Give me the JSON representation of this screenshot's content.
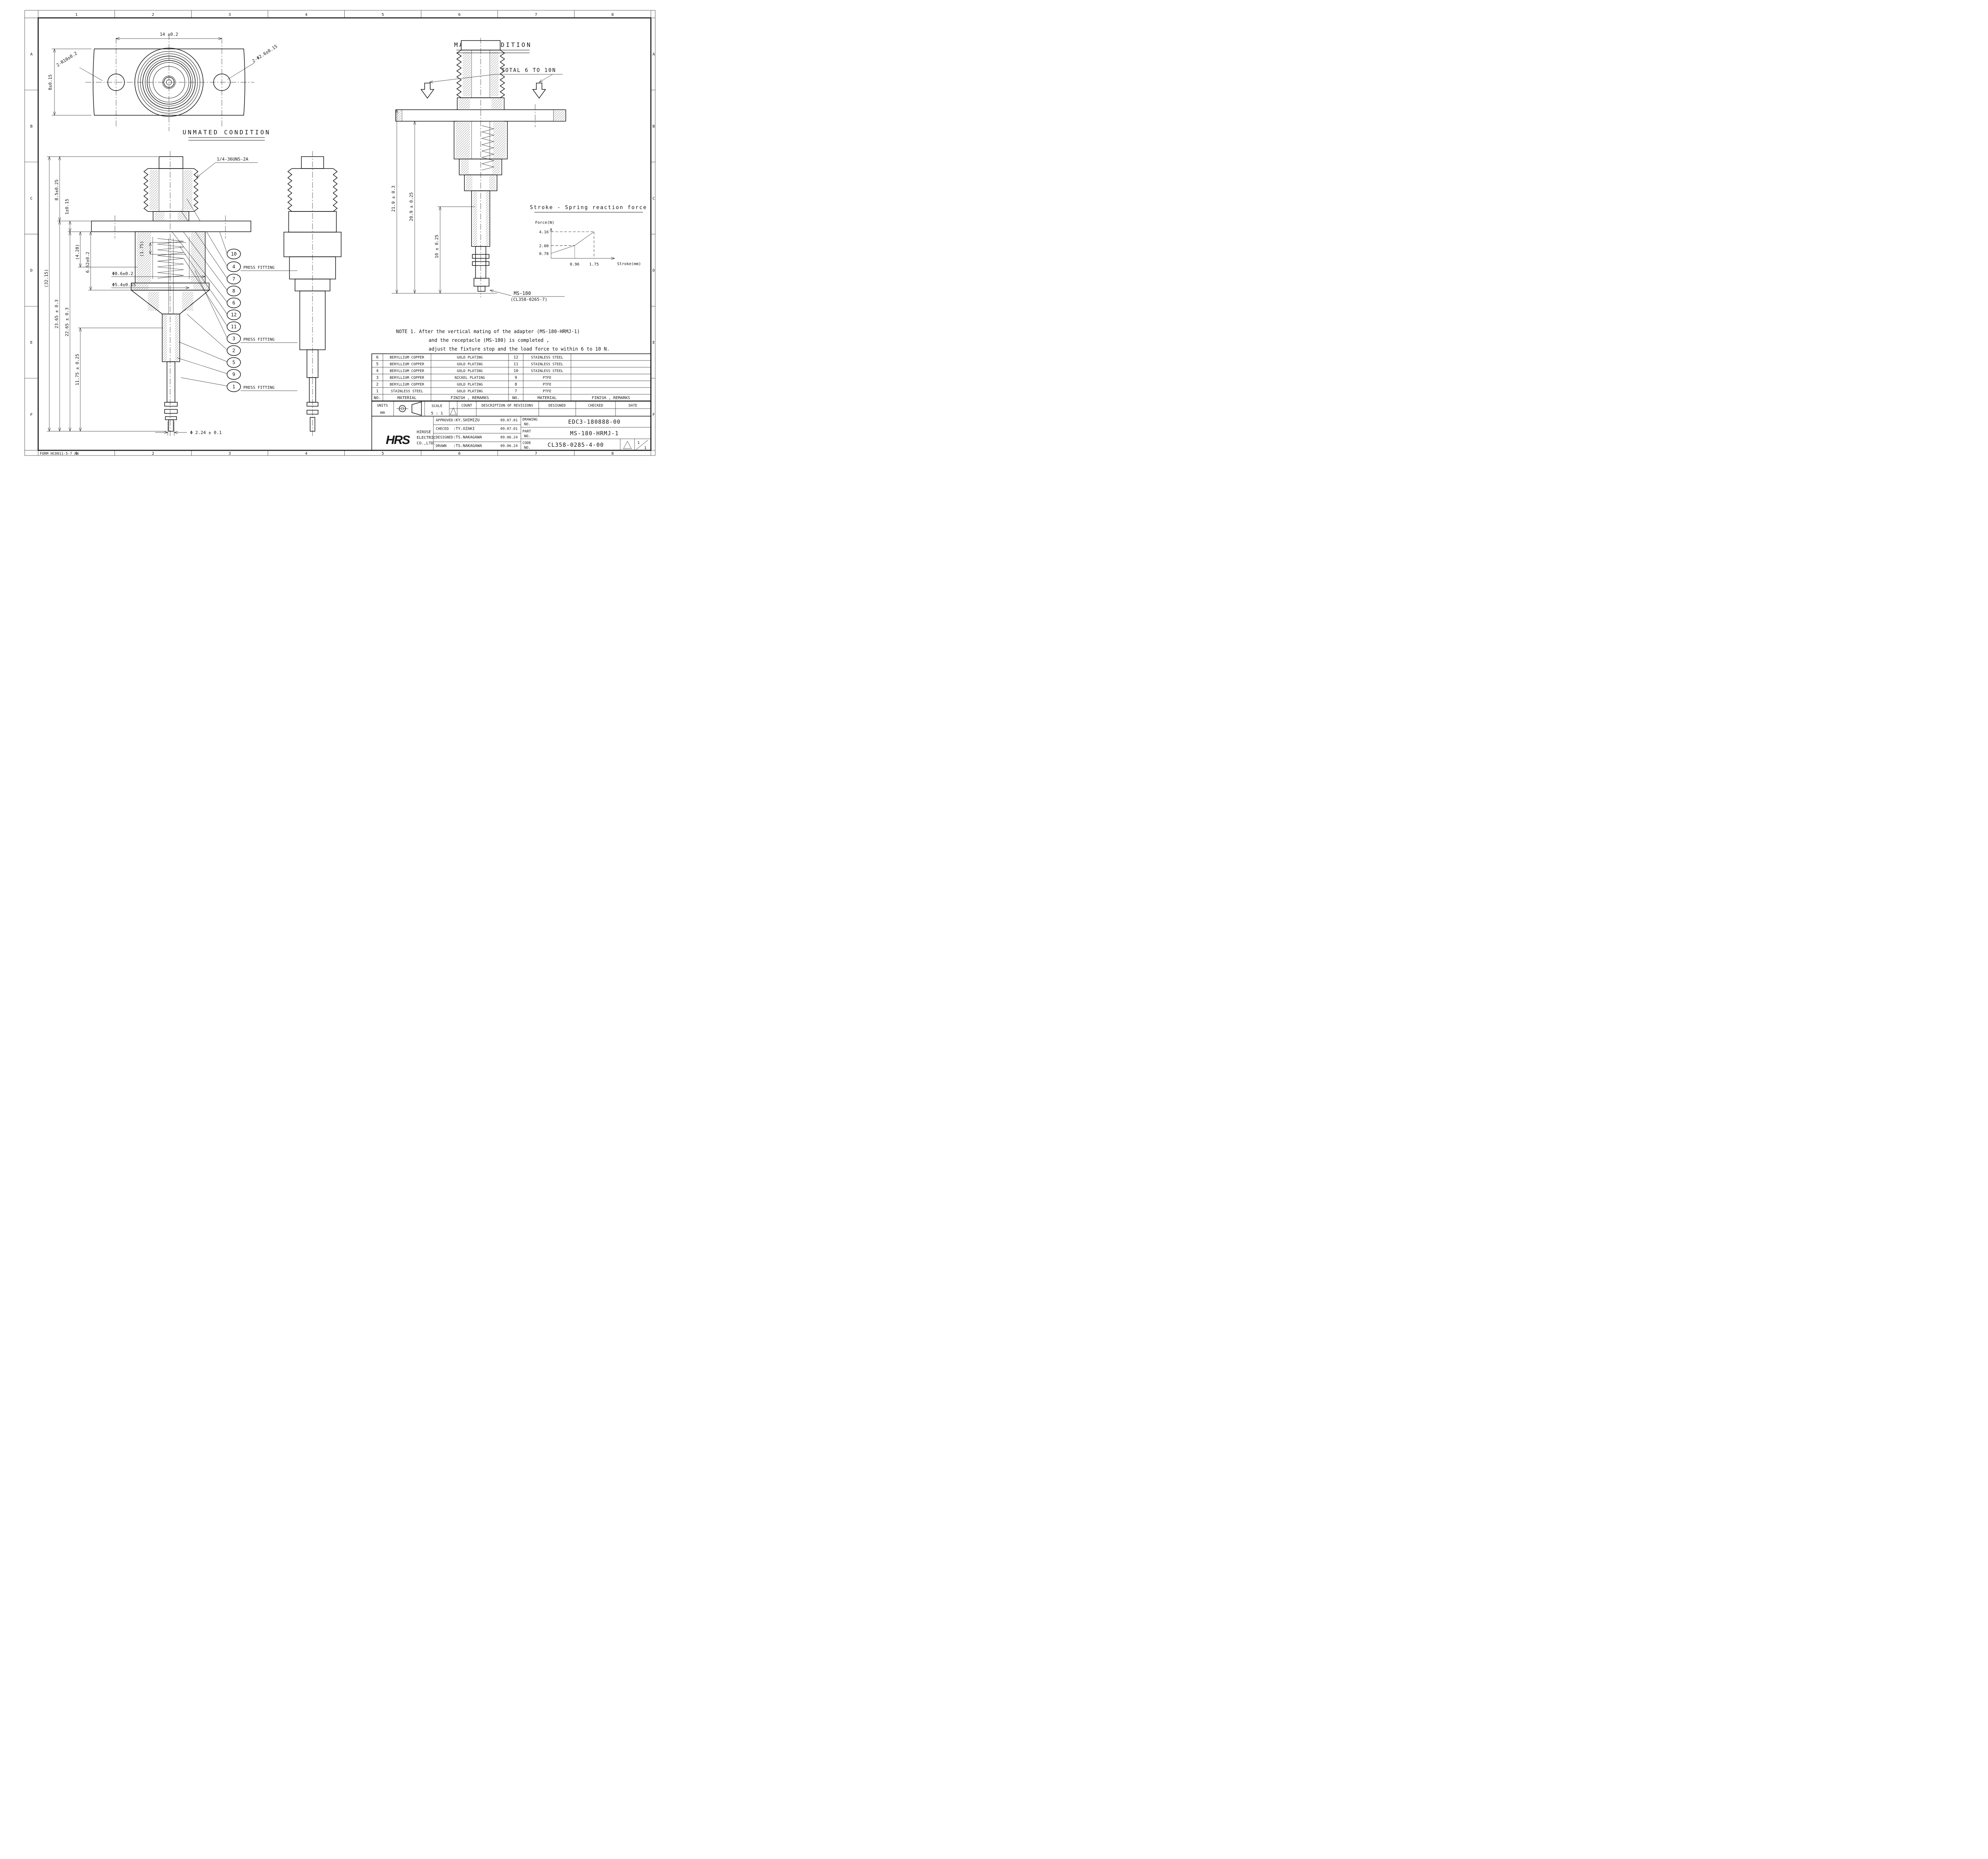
{
  "sheet": {
    "form_number": "FORM HC0011-5-7_AN",
    "zone_columns": [
      "1",
      "2",
      "3",
      "4",
      "5",
      "6",
      "7",
      "8"
    ],
    "zone_rows": [
      "A",
      "B",
      "C",
      "D",
      "E",
      "F"
    ]
  },
  "views": {
    "top_view": {
      "dim_width": "14 ±0.2",
      "dim_height": "8±0.15",
      "dim_radius": "2-R10±0.2",
      "dim_holes": "2-Φ2.6±0.15"
    },
    "unmated": {
      "title": "UNMATED CONDITION",
      "thread_callout": "1/4-36UNS-2A",
      "dims": {
        "overall": "(32.15)",
        "d2365": "23.65 ± 0.3",
        "d2265": "22.65 ± 0.3",
        "d1175": "11.75 ± 0.25",
        "d85": "8.5±0.25",
        "d1": "1±0.15",
        "d428": "(4.28)",
        "d175": "(1.75)",
        "d662": "6.62±0.2",
        "dia86": "Φ8.6±0.2",
        "dia54": "Φ5.4±0.15",
        "dia224": "Φ 2.24 ± 0.1"
      }
    },
    "mated": {
      "title": "MATED CONDITION",
      "force_note": "TOTAL 6 TO 10N",
      "dims": {
        "d219": "21.9 ± 0.3",
        "d209": "20.9 ± 0.25",
        "d10": "10 ± 0.25"
      },
      "receptacle_label": "MS-180",
      "receptacle_code": "(CL358-0265-7)"
    }
  },
  "callouts": {
    "press_fitting_label": "PRESS FITTING",
    "balloons": [
      {
        "n": "10",
        "press": false
      },
      {
        "n": "4",
        "press": true
      },
      {
        "n": "7",
        "press": false
      },
      {
        "n": "8",
        "press": false
      },
      {
        "n": "6",
        "press": false
      },
      {
        "n": "12",
        "press": false
      },
      {
        "n": "11",
        "press": false
      },
      {
        "n": "3",
        "press": true
      },
      {
        "n": "2",
        "press": false
      },
      {
        "n": "5",
        "press": false
      },
      {
        "n": "9",
        "press": false
      },
      {
        "n": "1",
        "press": true
      }
    ]
  },
  "note": {
    "line1": "NOTE 1. After the vertical mating of the adapter (MS-180-HRMJ-1)",
    "line2": "and the receptacle (MS-180) is completed ,",
    "line3": "adjust the fixture stop and the load force to within 6 to 10 N."
  },
  "chart_data": {
    "type": "line",
    "title": "Stroke - Spring reaction force",
    "xlabel": "Stroke(mm)",
    "ylabel": "Force(N)",
    "x": [
      0,
      0.96,
      1.75
    ],
    "y": [
      0.78,
      2.0,
      4.16
    ],
    "x_ticks": [
      "0.96",
      "1.75"
    ],
    "y_ticks": [
      "4.16",
      "2.00",
      "0.78"
    ],
    "y_tick_values": [
      4.16,
      2.0,
      0.78
    ],
    "xlim": [
      0,
      2.2
    ],
    "ylim": [
      0,
      4.8
    ],
    "grid": false,
    "legend": "none"
  },
  "parts_table": {
    "headers": {
      "no": "NO.",
      "material": "MATERIAL",
      "finish": "FINISH , REMARKS"
    },
    "rows_left": [
      {
        "no": "6",
        "material": "BERYLLIUM COPPER",
        "finish": "GOLD PLATING"
      },
      {
        "no": "5",
        "material": "BERYLLIUM COPPER",
        "finish": "GOLD PLATING"
      },
      {
        "no": "4",
        "material": "BERYLLIUM COPPER",
        "finish": "GOLD PLATING"
      },
      {
        "no": "3",
        "material": "BERYLLIUM COPPER",
        "finish": "NICKEL PLATING"
      },
      {
        "no": "2",
        "material": "BERYLLIUM COPPER",
        "finish": "GOLD PLATING"
      },
      {
        "no": "1",
        "material": "STAINLESS STEEL",
        "finish": "GOLD PLATING"
      }
    ],
    "rows_right": [
      {
        "no": "12",
        "material": "STAINLESS STEEL",
        "finish": ""
      },
      {
        "no": "11",
        "material": "STAINLESS STEEL",
        "finish": ""
      },
      {
        "no": "10",
        "material": "STAINLESS STEEL",
        "finish": ""
      },
      {
        "no": "9",
        "material": "PTFE",
        "finish": ""
      },
      {
        "no": "8",
        "material": "PTFE",
        "finish": ""
      },
      {
        "no": "7",
        "material": "PTFE",
        "finish": ""
      }
    ]
  },
  "title_block": {
    "units_label": "UNITS",
    "units_value": "mm",
    "scale_label": "SCALE",
    "scale_value": "5 : 1",
    "count_label": "COUNT",
    "revisions_label": "DESCRIPTION OF REVISIONS",
    "designed_label": "DESIGNED",
    "checked_label": "CHECKED",
    "date_label": "DATE",
    "company": {
      "logo": "HRS",
      "line1": "HIROSE",
      "line2": "ELECTRIC",
      "line3": "CO.,LTD."
    },
    "approvals": [
      {
        "role": "APPROVED",
        "name": ":KY.SHIMIZU",
        "date": "09.07.01"
      },
      {
        "role": "CHECED",
        "name": ":TY.OZAKI",
        "date": "09.07.01"
      },
      {
        "role": "DESIGNED",
        "name": ":TS.NAKAGAWA",
        "date": "09.06.24"
      },
      {
        "role": "DRAWN",
        "name": ":TS.NAKAGAWA",
        "date": "09.06.24"
      }
    ],
    "number_rows": [
      {
        "l1": "DRAWING",
        "l2": "NO.",
        "value": "EDC3-180888-00"
      },
      {
        "l1": "PART",
        "l2": "NO.",
        "value": "MS-180-HRMJ-1"
      },
      {
        "l1": "CODE",
        "l2": "NO.",
        "value": "CL358-0285-4-00"
      }
    ],
    "page": "1/1"
  }
}
